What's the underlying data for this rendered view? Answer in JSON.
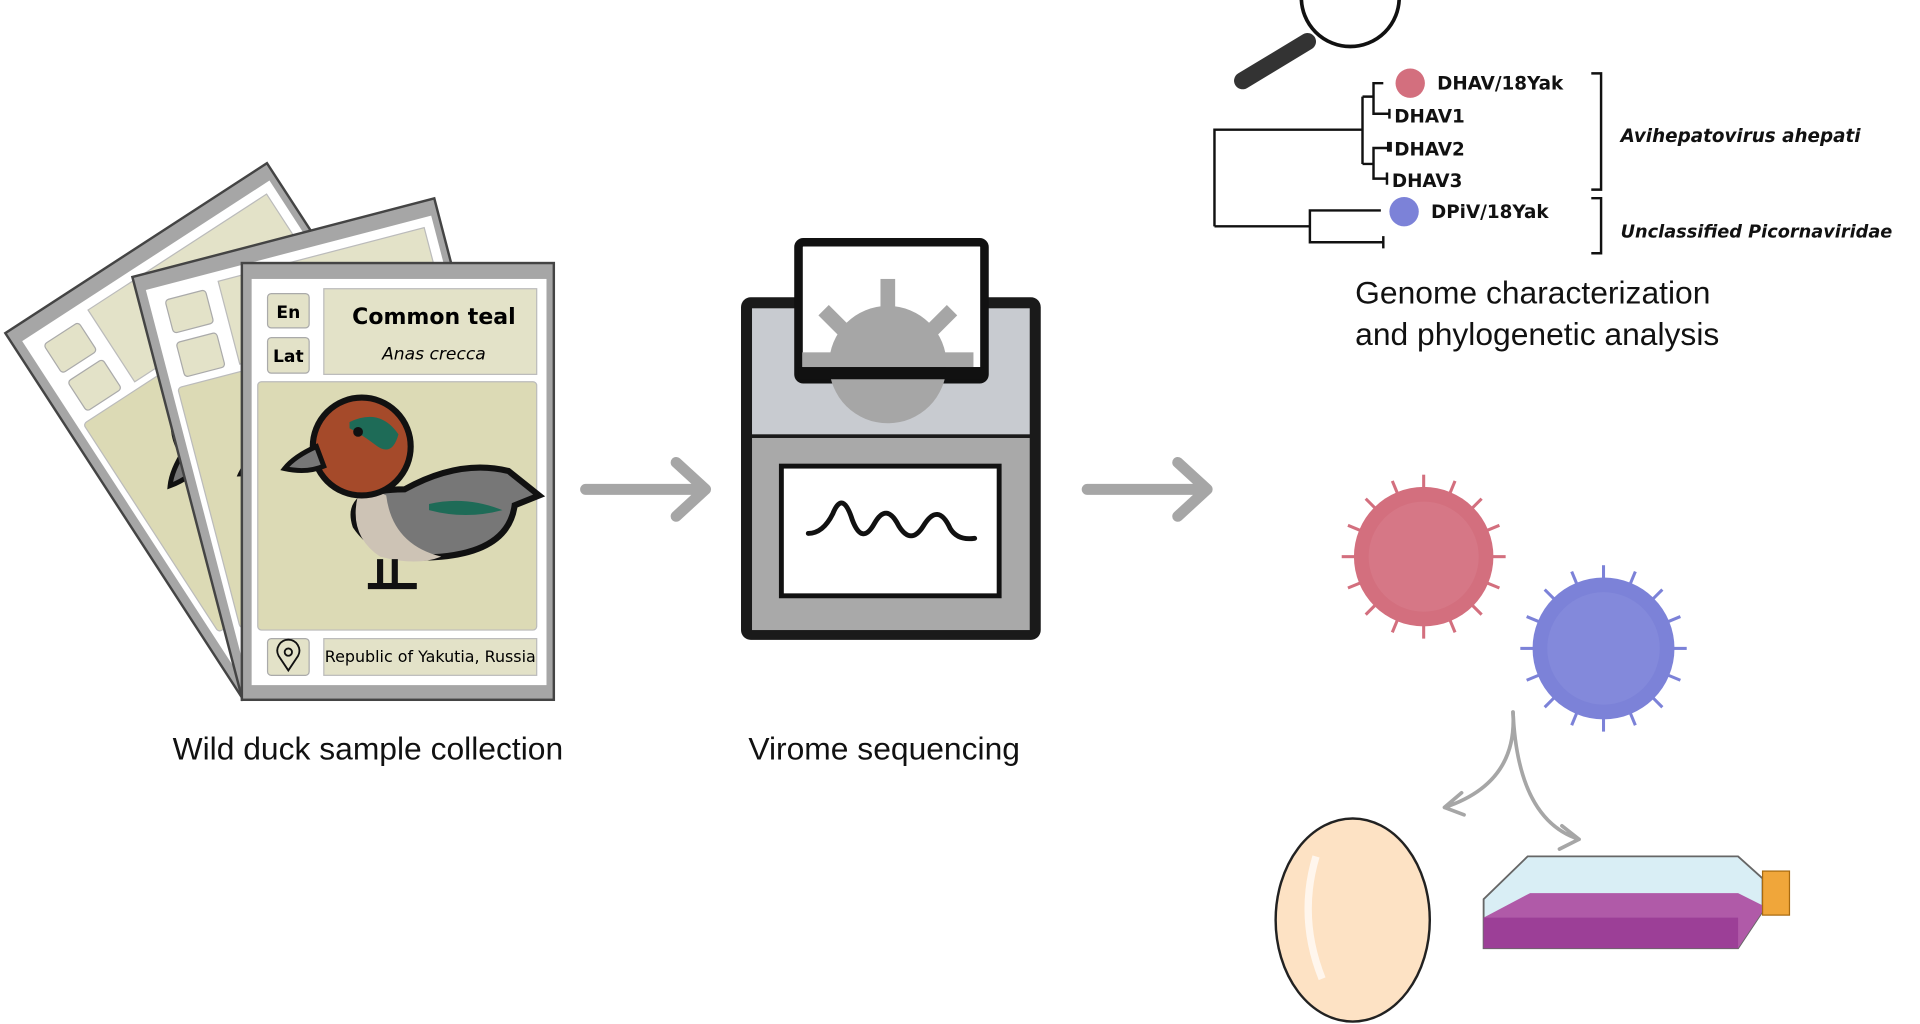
{
  "card": {
    "en_label": "En",
    "lat_label": "Lat",
    "common_name": "Common teal",
    "latin_name": "Anas crecca",
    "location": "Republic of Yakutia, Russia",
    "location_icon": "map-pin-icon"
  },
  "steps": {
    "collection": "Wild duck sample collection",
    "sequencing": "Virome sequencing",
    "analysis_line1": "Genome characterization",
    "analysis_line2": "and phylogenetic analysis"
  },
  "tree": {
    "leaves": [
      "DHAV/18Yak",
      "DHAV1",
      "DHAV2",
      "DHAV3",
      "DPiV/18Yak"
    ],
    "clades": [
      "Avihepatovirus ahepati",
      "Unclassified Picornaviridae"
    ]
  },
  "colors": {
    "dhav": "#d36f7e",
    "dpiv": "#7c82d8",
    "arrow": "#a6a6a6",
    "card_frame": "#a6a6a6",
    "card_panel": "#e3e2c8",
    "card_image": "#dcdab5"
  }
}
